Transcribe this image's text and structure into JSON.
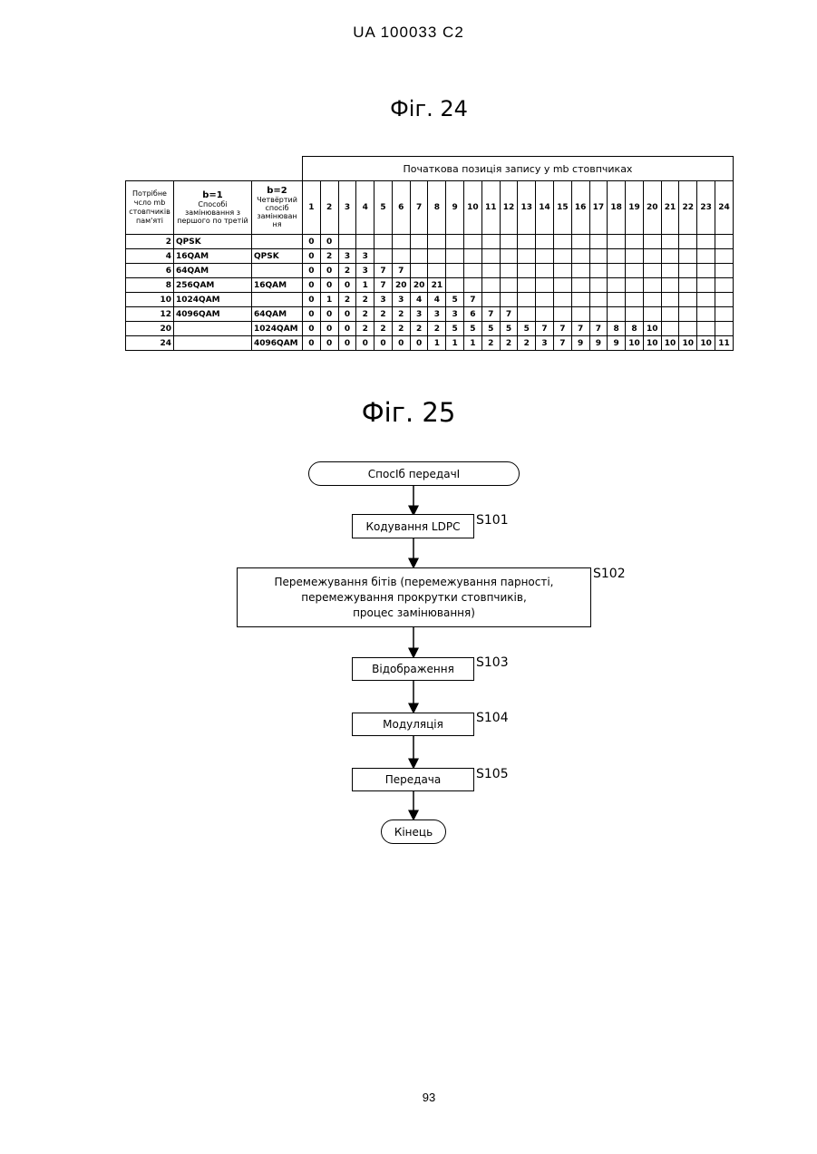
{
  "header": "UA   100033   C2",
  "fig24_title": "Фіг. 24",
  "fig25_title": "Фіг. 25",
  "page_number": "93",
  "table": {
    "top_header": "Початкова позиція запису у mb стовпчиках",
    "col_required": "Потрібне чсло mb стовпчиків пам'яті",
    "col_b1_head": "b=1",
    "col_b1_sub": "Способі замінювання з першого по третій",
    "col_b2_head": "b=2",
    "col_b2_sub": "Четвёртий спосіб замінюван ня",
    "positions": [
      "1",
      "2",
      "3",
      "4",
      "5",
      "6",
      "7",
      "8",
      "9",
      "10",
      "11",
      "12",
      "13",
      "14",
      "15",
      "16",
      "17",
      "18",
      "19",
      "20",
      "21",
      "22",
      "23",
      "24"
    ],
    "rows": [
      {
        "req": "2",
        "b1": "QPSK",
        "b2": "",
        "vals": [
          "0",
          "0",
          "",
          "",
          "",
          "",
          "",
          "",
          "",
          "",
          "",
          "",
          "",
          "",
          "",
          "",
          "",
          "",
          "",
          "",
          "",
          "",
          "",
          ""
        ]
      },
      {
        "req": "4",
        "b1": "16QAM",
        "b2": "QPSK",
        "vals": [
          "0",
          "2",
          "3",
          "3",
          "",
          "",
          "",
          "",
          "",
          "",
          "",
          "",
          "",
          "",
          "",
          "",
          "",
          "",
          "",
          "",
          "",
          "",
          "",
          ""
        ]
      },
      {
        "req": "6",
        "b1": "64QAM",
        "b2": "",
        "vals": [
          "0",
          "0",
          "2",
          "3",
          "7",
          "7",
          "",
          "",
          "",
          "",
          "",
          "",
          "",
          "",
          "",
          "",
          "",
          "",
          "",
          "",
          "",
          "",
          "",
          ""
        ]
      },
      {
        "req": "8",
        "b1": "256QAM",
        "b2": "16QAM",
        "vals": [
          "0",
          "0",
          "0",
          "1",
          "7",
          "20",
          "20",
          "21",
          "",
          "",
          "",
          "",
          "",
          "",
          "",
          "",
          "",
          "",
          "",
          "",
          "",
          "",
          "",
          ""
        ]
      },
      {
        "req": "10",
        "b1": "1024QAM",
        "b2": "",
        "vals": [
          "0",
          "1",
          "2",
          "2",
          "3",
          "3",
          "4",
          "4",
          "5",
          "7",
          "",
          "",
          "",
          "",
          "",
          "",
          "",
          "",
          "",
          "",
          "",
          "",
          "",
          ""
        ]
      },
      {
        "req": "12",
        "b1": "4096QAM",
        "b2": "64QAM",
        "vals": [
          "0",
          "0",
          "0",
          "2",
          "2",
          "2",
          "3",
          "3",
          "3",
          "6",
          "7",
          "7",
          "",
          "",
          "",
          "",
          "",
          "",
          "",
          "",
          "",
          "",
          "",
          ""
        ]
      },
      {
        "req": "20",
        "b1": "",
        "b2": "1024QAM",
        "vals": [
          "0",
          "0",
          "0",
          "2",
          "2",
          "2",
          "2",
          "2",
          "5",
          "5",
          "5",
          "5",
          "5",
          "7",
          "7",
          "7",
          "7",
          "8",
          "8",
          "10",
          "",
          "",
          "",
          ""
        ]
      },
      {
        "req": "24",
        "b1": "",
        "b2": "4096QAM",
        "vals": [
          "0",
          "0",
          "0",
          "0",
          "0",
          "0",
          "0",
          "1",
          "1",
          "1",
          "2",
          "2",
          "2",
          "3",
          "7",
          "9",
          "9",
          "9",
          "10",
          "10",
          "10",
          "10",
          "10",
          "11"
        ]
      }
    ]
  },
  "flow": {
    "start": "СпосІб передачІ",
    "s101": "Кодування LDPC",
    "s101_label": "S101",
    "s102_line1": "Перемежування бітів (перемежування парності,",
    "s102_line2": "перемежування прокрутки стовпчиків,",
    "s102_line3": "процес замінювання)",
    "s102_label": "S102",
    "s103": "Відображення",
    "s103_label": "S103",
    "s104": "Модуляція",
    "s104_label": "S104",
    "s105": "Передача",
    "s105_label": "S105",
    "end": "Кінець"
  }
}
